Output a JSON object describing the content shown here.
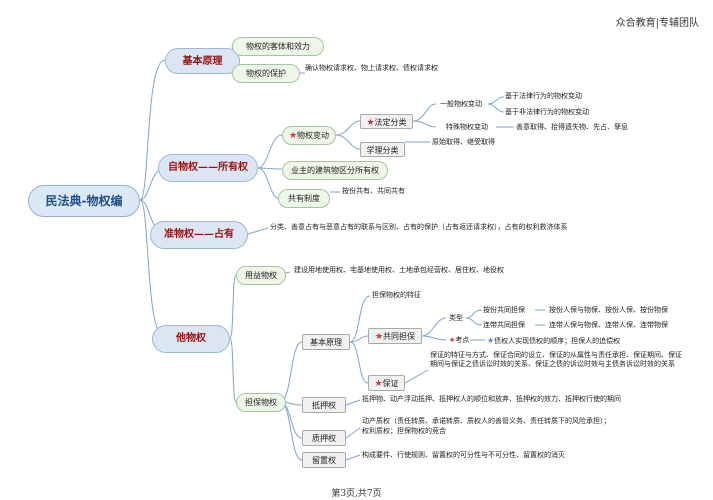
{
  "header": "众合教育|专辅团队",
  "footer": "第3页,共7页",
  "root": "民法典-物权编",
  "branches": {
    "basic": {
      "label": "基本原理",
      "c1": "物权的客体和效力",
      "c2": "物权的保护",
      "c2_detail": "确认物权请求权、物上请求权、债权请求权"
    },
    "own": {
      "label": "自物权——所有权",
      "change": "物权变动",
      "legal": "法定分类",
      "general": "一般物权变动",
      "by_law": "基于法律行为的物权变动",
      "not_law": "基于非法律行为的物权变动",
      "special": "特殊物权变动",
      "special_detail": "善意取得、拾得遗失物、先占、孳息",
      "theory": "学理分类",
      "theory_detail": "原始取得、继受取得",
      "building": "业主的建筑物区分所有权",
      "co": "共有制度",
      "co_detail": "按份共有、共同共有"
    },
    "quasi": {
      "label": "准物权——占有",
      "detail": "分类、善意占有与恶意占有的联系与区别、占有的保护（占有返还请求权），占有的权利救济体系"
    },
    "other": {
      "label": "他物权",
      "use": "用益物权",
      "use_detail": "建设用地使用权、宅基地使用权、土地承包经营权、居住权、地役权",
      "security": "担保物权",
      "principle": "基本原理",
      "feature": "担保物权的特征",
      "joint": "共同担保",
      "type": "类型",
      "share": "按份共同担保",
      "share_detail": "按份人保与物保、按份人保、按份物保",
      "joint_type": "连带共同担保",
      "joint_detail": "连带人保与物保、连带人保、连带物保",
      "exam": "考点",
      "exam_detail": "债权人实现债权的顺序；担保人的追偿权",
      "guarantee": "保证",
      "guarantee_detail": "保证的特征与方式、保证合同的设立、保证的从属性与责任承担、保证期间、保证期间与保证之债诉讼时效的关系、保证之债的诉讼时效与主债务诉讼时效的关系",
      "mortgage": "抵押权",
      "mortgage_detail": "抵押物、动产浮动抵押、抵押权人的顺位和放弃、抵押权的效力、抵押权行使的期间",
      "pledge": "质押权",
      "pledge_detail1": "动产质权（责任转质、承诺转质、质权人的善管义务、责任转质下的风险承担）；",
      "pledge_detail2": "权利质权；担保物权的竞合",
      "lien": "留置权",
      "lien_detail": "构成要件、行使规则、留置权的可分性与不可分性、留置权的消灭"
    }
  },
  "colors": {
    "line": "#7fa3cf",
    "star": "#e02b2b",
    "title_red": "#9a1212",
    "root_blue": "#1e4f8f"
  }
}
